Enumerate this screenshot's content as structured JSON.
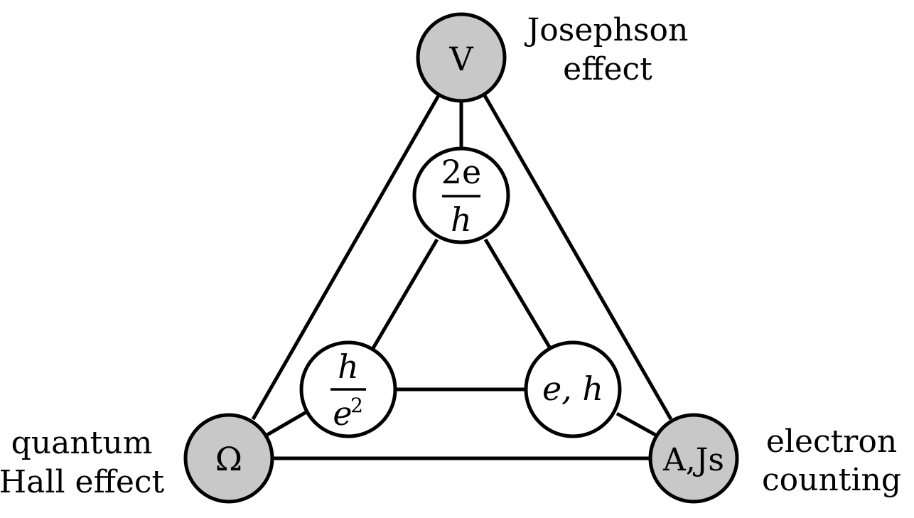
{
  "outer_nodes": {
    "top": "V",
    "left": "Ω",
    "right": "A,Js"
  },
  "inner_nodes": {
    "top": {
      "numerator": "2e",
      "denominator": "h"
    },
    "left": {
      "numerator": "h",
      "denominator_base": "e",
      "denominator_exp": "2"
    },
    "right": "e, h"
  },
  "effect_labels": {
    "top": [
      "Josephson",
      "effect"
    ],
    "left": [
      "quantum",
      "Hall effect"
    ],
    "right": [
      "electron",
      "counting"
    ]
  },
  "colors": {
    "outer_node_fill": "#c8c8c8",
    "inner_node_fill": "#ffffff",
    "line": "#000000"
  }
}
